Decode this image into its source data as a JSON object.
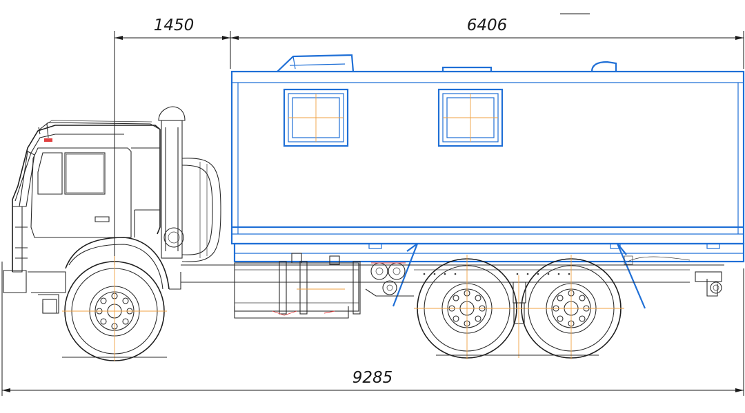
{
  "dimensions": {
    "cab_offset": "1450",
    "body_length": "6406",
    "overall_length": "9285"
  },
  "colors": {
    "body_outline": "#1f6fd6",
    "chassis_outline": "#2a2a2a",
    "centerlines": "#f0a040",
    "accent": "#e04040"
  }
}
